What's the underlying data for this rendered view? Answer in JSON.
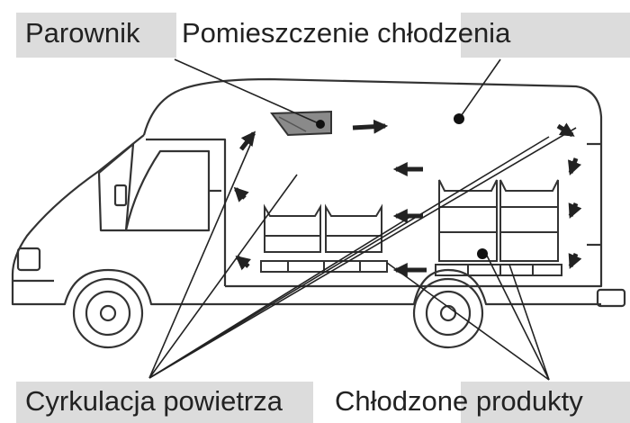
{
  "labels": {
    "evaporator": "Parownik",
    "cooling_room": "Pomieszczenie chłodzenia",
    "air_circulation": "Cyrkulacja powietrza",
    "cooled_products": "Chłodzone produkty"
  },
  "colors": {
    "label_background": "#dcdcdc",
    "ink": "#222222",
    "outline": "#333333",
    "evaporator_fill": "#8a8a8a"
  },
  "icons": [
    "air-flow-arrow-icon",
    "pointer-dot-icon",
    "van-icon",
    "evaporator-icon"
  ]
}
